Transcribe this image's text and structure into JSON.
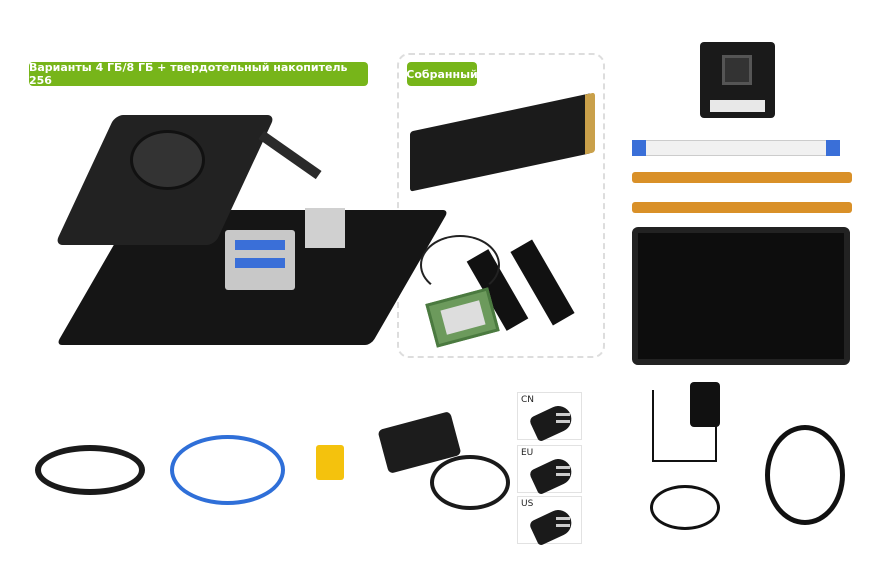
{
  "labels": {
    "variants": "Варианты 4 ГБ/8 ГБ + твердотельный накопитель 256",
    "assembled": "Собранный"
  },
  "plug_types": [
    "CN",
    "EU",
    "US"
  ],
  "colors": {
    "accent": "#77b51a"
  }
}
